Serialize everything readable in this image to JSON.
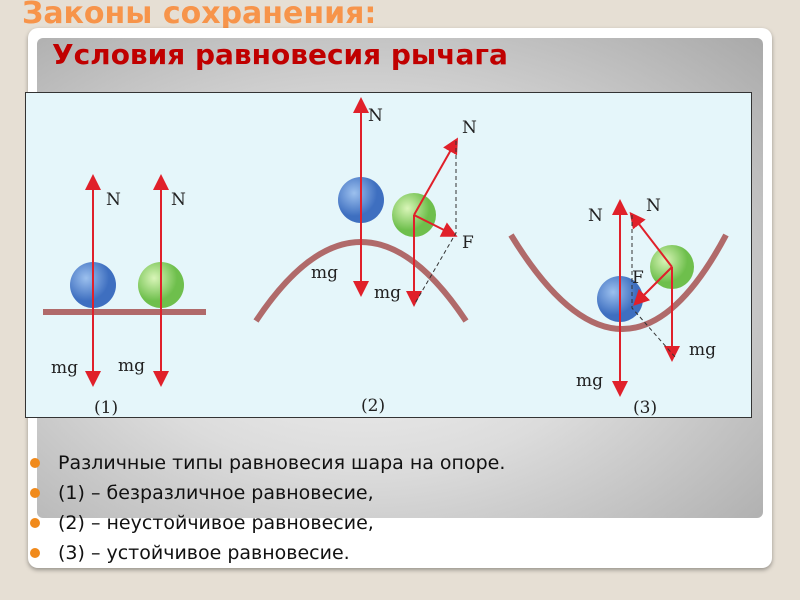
{
  "header": "Законы сохранения:",
  "title": "Условия равновесия рычага",
  "diagram": {
    "N": "N",
    "mg": "mg",
    "F": "F",
    "labels": [
      "(1)",
      "(2)",
      "(3)"
    ]
  },
  "bullets": [
    "Различные типы равновесия шара на опоре.",
    "(1) – безразличное равновесие,",
    "(2) – неустойчивое равновесие,",
    "(3) – устойчивое равновесие."
  ],
  "colors": {
    "accent": "#f08a1c",
    "title": "#c00000",
    "arrow": "#e0202a"
  }
}
